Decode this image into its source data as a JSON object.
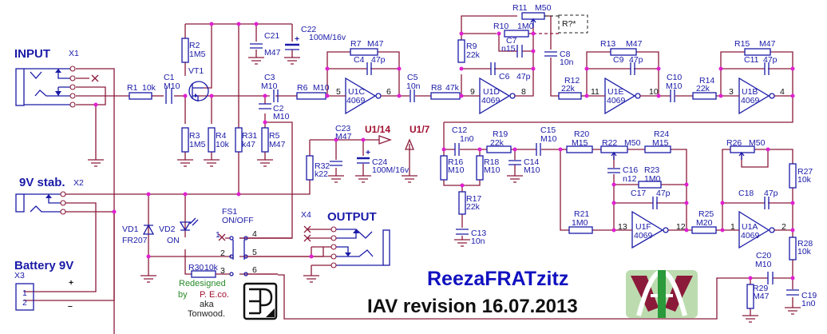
{
  "title": {
    "name": "ReezaFRATzitz",
    "revision": "IAV revision 16.07.2013"
  },
  "credits": {
    "redesigned": "Redesigned",
    "by": "by",
    "author": "P. E.co.",
    "aka": "aka",
    "alias": "Tonwood."
  },
  "connectors": {
    "input": {
      "label": "INPUT",
      "ref": "X1"
    },
    "power": {
      "label": "9V stab.",
      "ref": "X2"
    },
    "battery": {
      "label": "Battery 9V",
      "ref": "X3",
      "pin1": "1",
      "pin2": "2",
      "plus": "+",
      "minus": "–"
    },
    "output": {
      "label": "OUTPUT",
      "ref": "X4"
    }
  },
  "switch": {
    "ref": "FS1",
    "name": "ON/OFF",
    "pins": [
      "1",
      "2",
      "3",
      "4",
      "5",
      "6"
    ]
  },
  "power_labels": {
    "vcc": "U1/14",
    "gnd": "U1/7"
  },
  "components": {
    "R1": {
      "ref": "R1",
      "value": "10k"
    },
    "R2": {
      "ref": "R2",
      "value": "1M5"
    },
    "R3": {
      "ref": "R3",
      "value": "1M5"
    },
    "R4": {
      "ref": "R4",
      "value": "10k"
    },
    "R5": {
      "ref": "R5",
      "value": "M47"
    },
    "R6": {
      "ref": "R6",
      "value": "M10"
    },
    "R7": {
      "ref": "R7",
      "value": "M47"
    },
    "R8": {
      "ref": "R8",
      "value": "47k"
    },
    "R9": {
      "ref": "R9",
      "value": "22k"
    },
    "R10": {
      "ref": "R10",
      "value": "1M0"
    },
    "R11": {
      "ref": "R11",
      "value": "M50"
    },
    "R12": {
      "ref": "R12",
      "value": "22k"
    },
    "R13": {
      "ref": "R13",
      "value": "M47"
    },
    "R14": {
      "ref": "R14",
      "value": "22k"
    },
    "R15": {
      "ref": "R15",
      "value": "M47"
    },
    "R16": {
      "ref": "R16",
      "value": "M10"
    },
    "R17": {
      "ref": "R17",
      "value": "22k"
    },
    "R18": {
      "ref": "R18",
      "value": "M10"
    },
    "R19": {
      "ref": "R19",
      "value": "22k"
    },
    "R20": {
      "ref": "R20",
      "value": "M15"
    },
    "R21": {
      "ref": "R21",
      "value": "1M0"
    },
    "R22": {
      "ref": "R22",
      "value": "M50"
    },
    "R23": {
      "ref": "R23",
      "value": "1M0"
    },
    "R24": {
      "ref": "R24",
      "value": "M15"
    },
    "R25": {
      "ref": "R25",
      "value": "M20"
    },
    "R26": {
      "ref": "R26",
      "value": "M50"
    },
    "R27": {
      "ref": "R27",
      "value": "10k"
    },
    "R28": {
      "ref": "R28",
      "value": "10k"
    },
    "R29": {
      "ref": "R29",
      "value": "M47"
    },
    "R30": {
      "ref": "R30",
      "value": "10k"
    },
    "R31": {
      "ref": "R31",
      "value": "k47"
    },
    "R32": {
      "ref": "R32",
      "value": "k22"
    },
    "RX": {
      "ref": "R?*",
      "value": ""
    },
    "C1": {
      "ref": "C1",
      "value": "M10"
    },
    "C2": {
      "ref": "C2",
      "value": "M10"
    },
    "C3": {
      "ref": "C3",
      "value": "M10"
    },
    "C4": {
      "ref": "C4",
      "value": "47p"
    },
    "C5": {
      "ref": "C5",
      "value": "10n"
    },
    "C6": {
      "ref": "C6",
      "value": "47p"
    },
    "C7": {
      "ref": "C7",
      "value": "n15"
    },
    "C8": {
      "ref": "C8",
      "value": "10n"
    },
    "C9": {
      "ref": "C9",
      "value": "47p"
    },
    "C10": {
      "ref": "C10",
      "value": "M10"
    },
    "C11": {
      "ref": "C11",
      "value": "47p"
    },
    "C12": {
      "ref": "C12",
      "value": "1n0"
    },
    "C13": {
      "ref": "C13",
      "value": "10n"
    },
    "C14": {
      "ref": "C14",
      "value": "M10"
    },
    "C15": {
      "ref": "C15",
      "value": "M10"
    },
    "C16": {
      "ref": "C16",
      "value": "n12"
    },
    "C17": {
      "ref": "C17",
      "value": "47p"
    },
    "C18": {
      "ref": "C18",
      "value": "47p"
    },
    "C19": {
      "ref": "C19",
      "value": "1n0"
    },
    "C20": {
      "ref": "C20",
      "value": "M10"
    },
    "C21": {
      "ref": "C21",
      "value": "M47"
    },
    "C22": {
      "ref": "C22",
      "value": "100M/16v"
    },
    "C23": {
      "ref": "C23",
      "value": "M47"
    },
    "C24": {
      "ref": "C24",
      "value": "100M/16v"
    },
    "VT1": {
      "ref": "VT1",
      "value": ""
    },
    "VD1": {
      "ref": "VD1",
      "value": "FR207"
    },
    "VD2": {
      "ref": "VD2",
      "value": "ON"
    }
  },
  "gates": [
    {
      "ref": "U1C",
      "part": "4069",
      "in": "5",
      "out": "6"
    },
    {
      "ref": "U1D",
      "part": "4069",
      "in": "9",
      "out": "8"
    },
    {
      "ref": "U1E",
      "part": "4069",
      "in": "11",
      "out": "10"
    },
    {
      "ref": "U1B",
      "part": "4069",
      "in": "3",
      "out": "4"
    },
    {
      "ref": "U1F",
      "part": "4069",
      "in": "13",
      "out": "12"
    },
    {
      "ref": "U1A",
      "part": "4069",
      "in": "1",
      "out": "2"
    }
  ],
  "colors": {
    "wire": "#8b1a3a",
    "component": "#1a1aa8",
    "junction": "#e020d0",
    "title": "#1010c0"
  }
}
